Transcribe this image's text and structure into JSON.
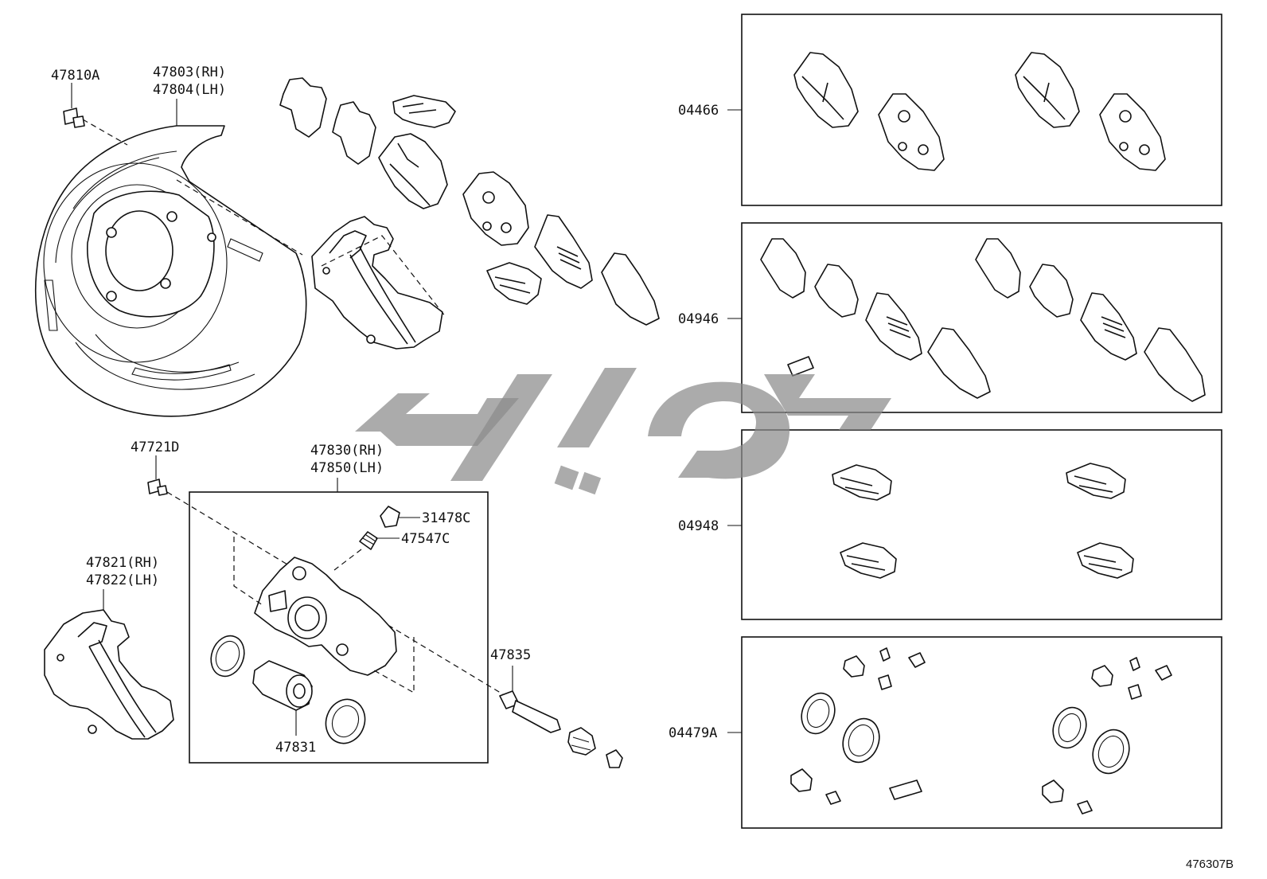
{
  "callouts": {
    "c47810a": "47810A",
    "c47803": "47803(RH)",
    "c47804": "47804(LH)",
    "c47721d": "47721D",
    "c47830": "47830(RH)",
    "c47850": "47850(LH)",
    "c31478c": "31478C",
    "c47547c": "47547C",
    "c47821": "47821(RH)",
    "c47822": "47822(LH)",
    "c47835": "47835",
    "c47831": "47831",
    "c04466": "04466",
    "c04946": "04946",
    "c04948": "04948",
    "c04479a": "04479A"
  },
  "figure_id": "476307B",
  "watermark": {
    "text": "طوپارت",
    "color": "#8a8a8a"
  }
}
